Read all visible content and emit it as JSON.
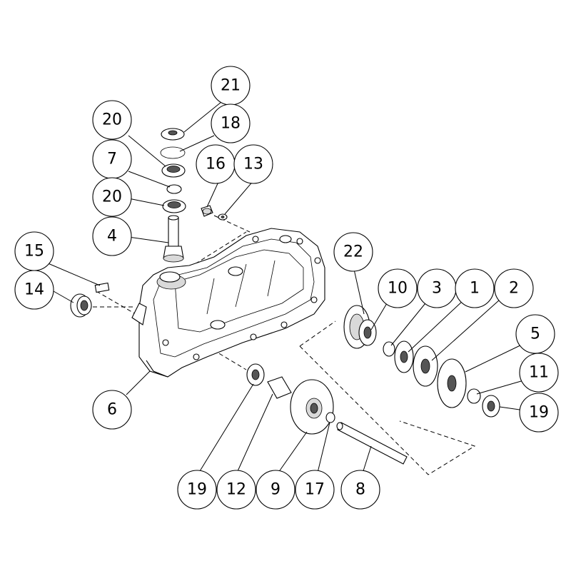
{
  "labels": {
    "p1": "1",
    "p2": "2",
    "p3": "3",
    "p4": "4",
    "p5": "5",
    "p6": "6",
    "p7": "7",
    "p8": "8",
    "p9": "9",
    "p10": "10",
    "p11": "11",
    "p12": "12",
    "p13": "13",
    "p14": "14",
    "p15": "15",
    "p16": "16",
    "p17": "17",
    "p18": "18",
    "p19a": "19",
    "p19b": "19",
    "p20a": "20",
    "p20b": "20",
    "p21": "21",
    "p22": "22"
  }
}
